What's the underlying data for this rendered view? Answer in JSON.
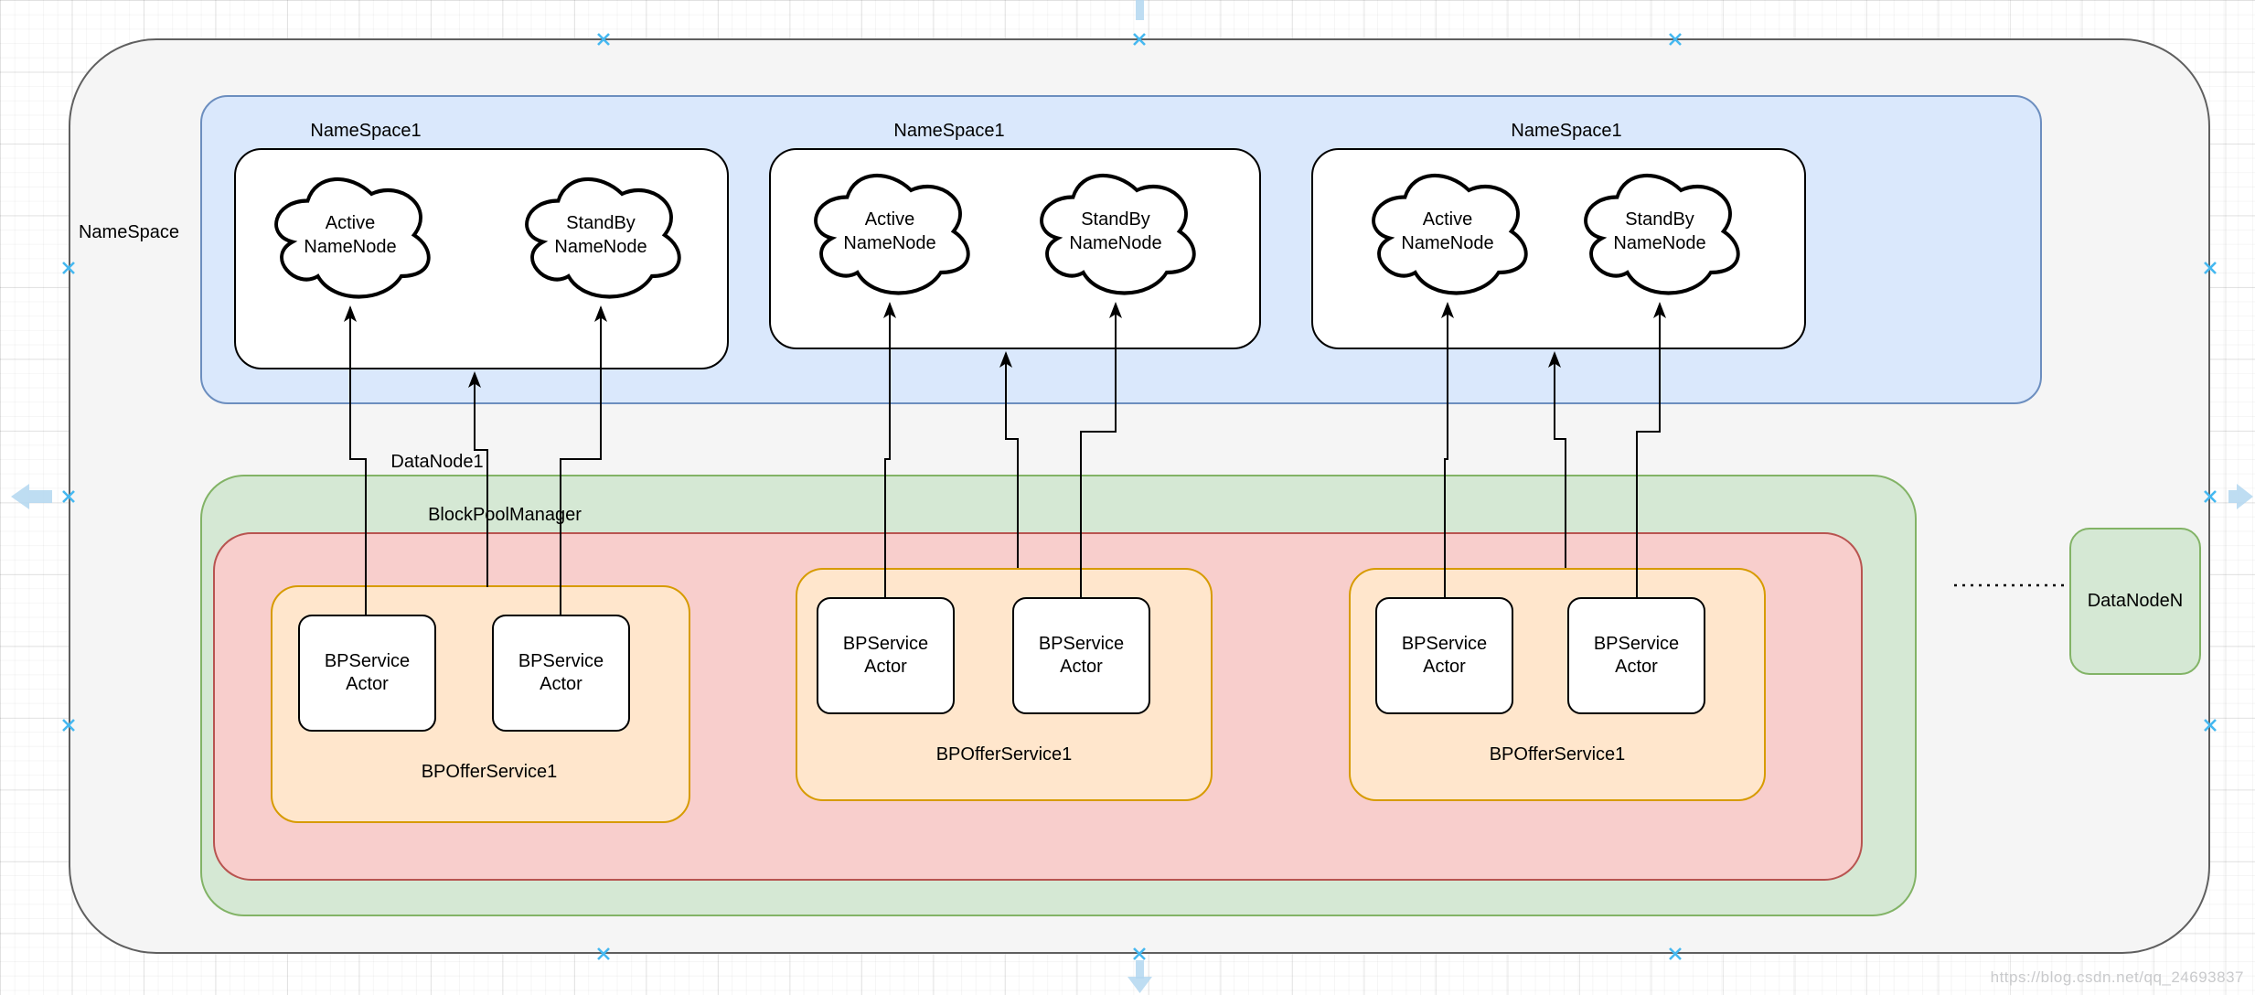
{
  "labels": {
    "namespace": "NameSpace",
    "datanode1": "DataNode1",
    "blockpool": "BlockPoolManager",
    "datanode_n": "DataNodeN"
  },
  "groups": [
    {
      "label": "NameSpace1",
      "clouds": [
        {
          "line1": "Active",
          "line2": "NameNode"
        },
        {
          "line1": "StandBy",
          "line2": "NameNode"
        }
      ]
    },
    {
      "label": "NameSpace1",
      "clouds": [
        {
          "line1": "Active",
          "line2": "NameNode"
        },
        {
          "line1": "StandBy",
          "line2": "NameNode"
        }
      ]
    },
    {
      "label": "NameSpace1",
      "clouds": [
        {
          "line1": "Active",
          "line2": "NameNode"
        },
        {
          "line1": "StandBy",
          "line2": "NameNode"
        }
      ]
    }
  ],
  "pools": [
    {
      "label": "BPOfferService1",
      "actors": [
        {
          "line1": "BPService",
          "line2": "Actor"
        },
        {
          "line1": "BPService",
          "line2": "Actor"
        }
      ]
    },
    {
      "label": "BPOfferService1",
      "actors": [
        {
          "line1": "BPService",
          "line2": "Actor"
        },
        {
          "line1": "BPService",
          "line2": "Actor"
        }
      ]
    },
    {
      "label": "BPOfferService1",
      "actors": [
        {
          "line1": "BPService",
          "line2": "Actor"
        },
        {
          "line1": "BPService",
          "line2": "Actor"
        }
      ]
    }
  ],
  "watermark": "https://blog.csdn.net/qq_24693837",
  "colors": {
    "container_fill": "#f5f5f5",
    "container_stroke": "#5f5f5f",
    "namespace_band_fill": "#dae8fc",
    "namespace_band_stroke": "#6c8ebf",
    "datanode_fill": "#d5e8d4",
    "datanode_stroke": "#82b366",
    "blockpool_fill": "#f8cecc",
    "blockpool_stroke": "#b85450",
    "offer_service_fill": "#ffe6cc",
    "offer_service_stroke": "#d79b00",
    "handle_blue": "#45b8f0"
  }
}
